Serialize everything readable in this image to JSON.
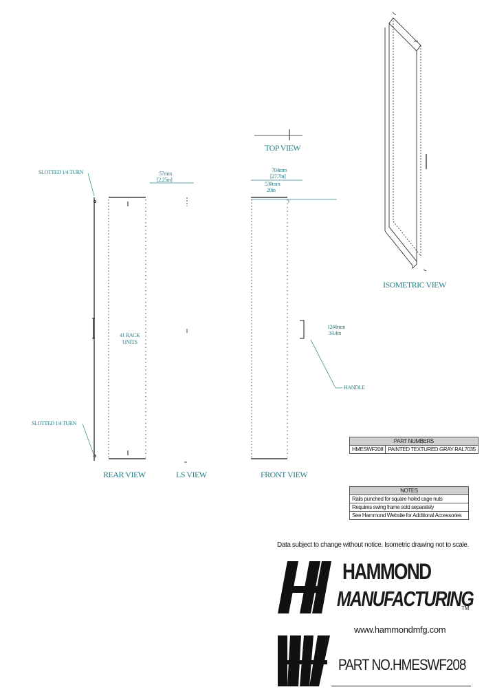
{
  "views": {
    "top": "TOP VIEW",
    "rear": "REAR VIEW",
    "ls": "LS VIEW",
    "front": "FRONT VIEW",
    "isometric": "ISOMETRIC VIEW"
  },
  "callouts": {
    "slotted_top": "SLOTTED 1/4 TURN",
    "slotted_bottom": "SLOTTED 1/4 TURN",
    "rack_units": "41 RACK",
    "rack_units_2": "UNITS",
    "handle": "HANDLE",
    "dim_ls_mm": "57mm",
    "dim_ls_in": "[2.25in]",
    "dim_top_mm": "704mm",
    "dim_top_in": "[27.7in]",
    "dim_front_mm": "530mm",
    "dim_front_in": "20in",
    "dim_handle_mm": "1240mm",
    "dim_handle_in": "34.4in"
  },
  "part_numbers": {
    "header": "PART NUMBERS",
    "rows": [
      {
        "part": "HMESWF208",
        "desc": "PAINTED TEXTURED GRAY RAL7035"
      }
    ]
  },
  "notes": {
    "header": "NOTES",
    "rows": [
      "Rails punched for square holed cage nuts",
      "Requires swing frame sold separately",
      "See Hammond Website for Additional Accessories"
    ]
  },
  "disclaimer": "Data subject to change without notice. Isometric drawing not to scale.",
  "brand": {
    "line1": "HAMMOND",
    "line2": "MANUFACTURING",
    "tm": "TM",
    "website": "www.hammondmfg.com"
  },
  "part_no": "PART NO.HMESWF208",
  "colors": {
    "annotation": "#2a7f86",
    "line": "#1a1a1a",
    "header_bg": "#cfcfcf"
  }
}
